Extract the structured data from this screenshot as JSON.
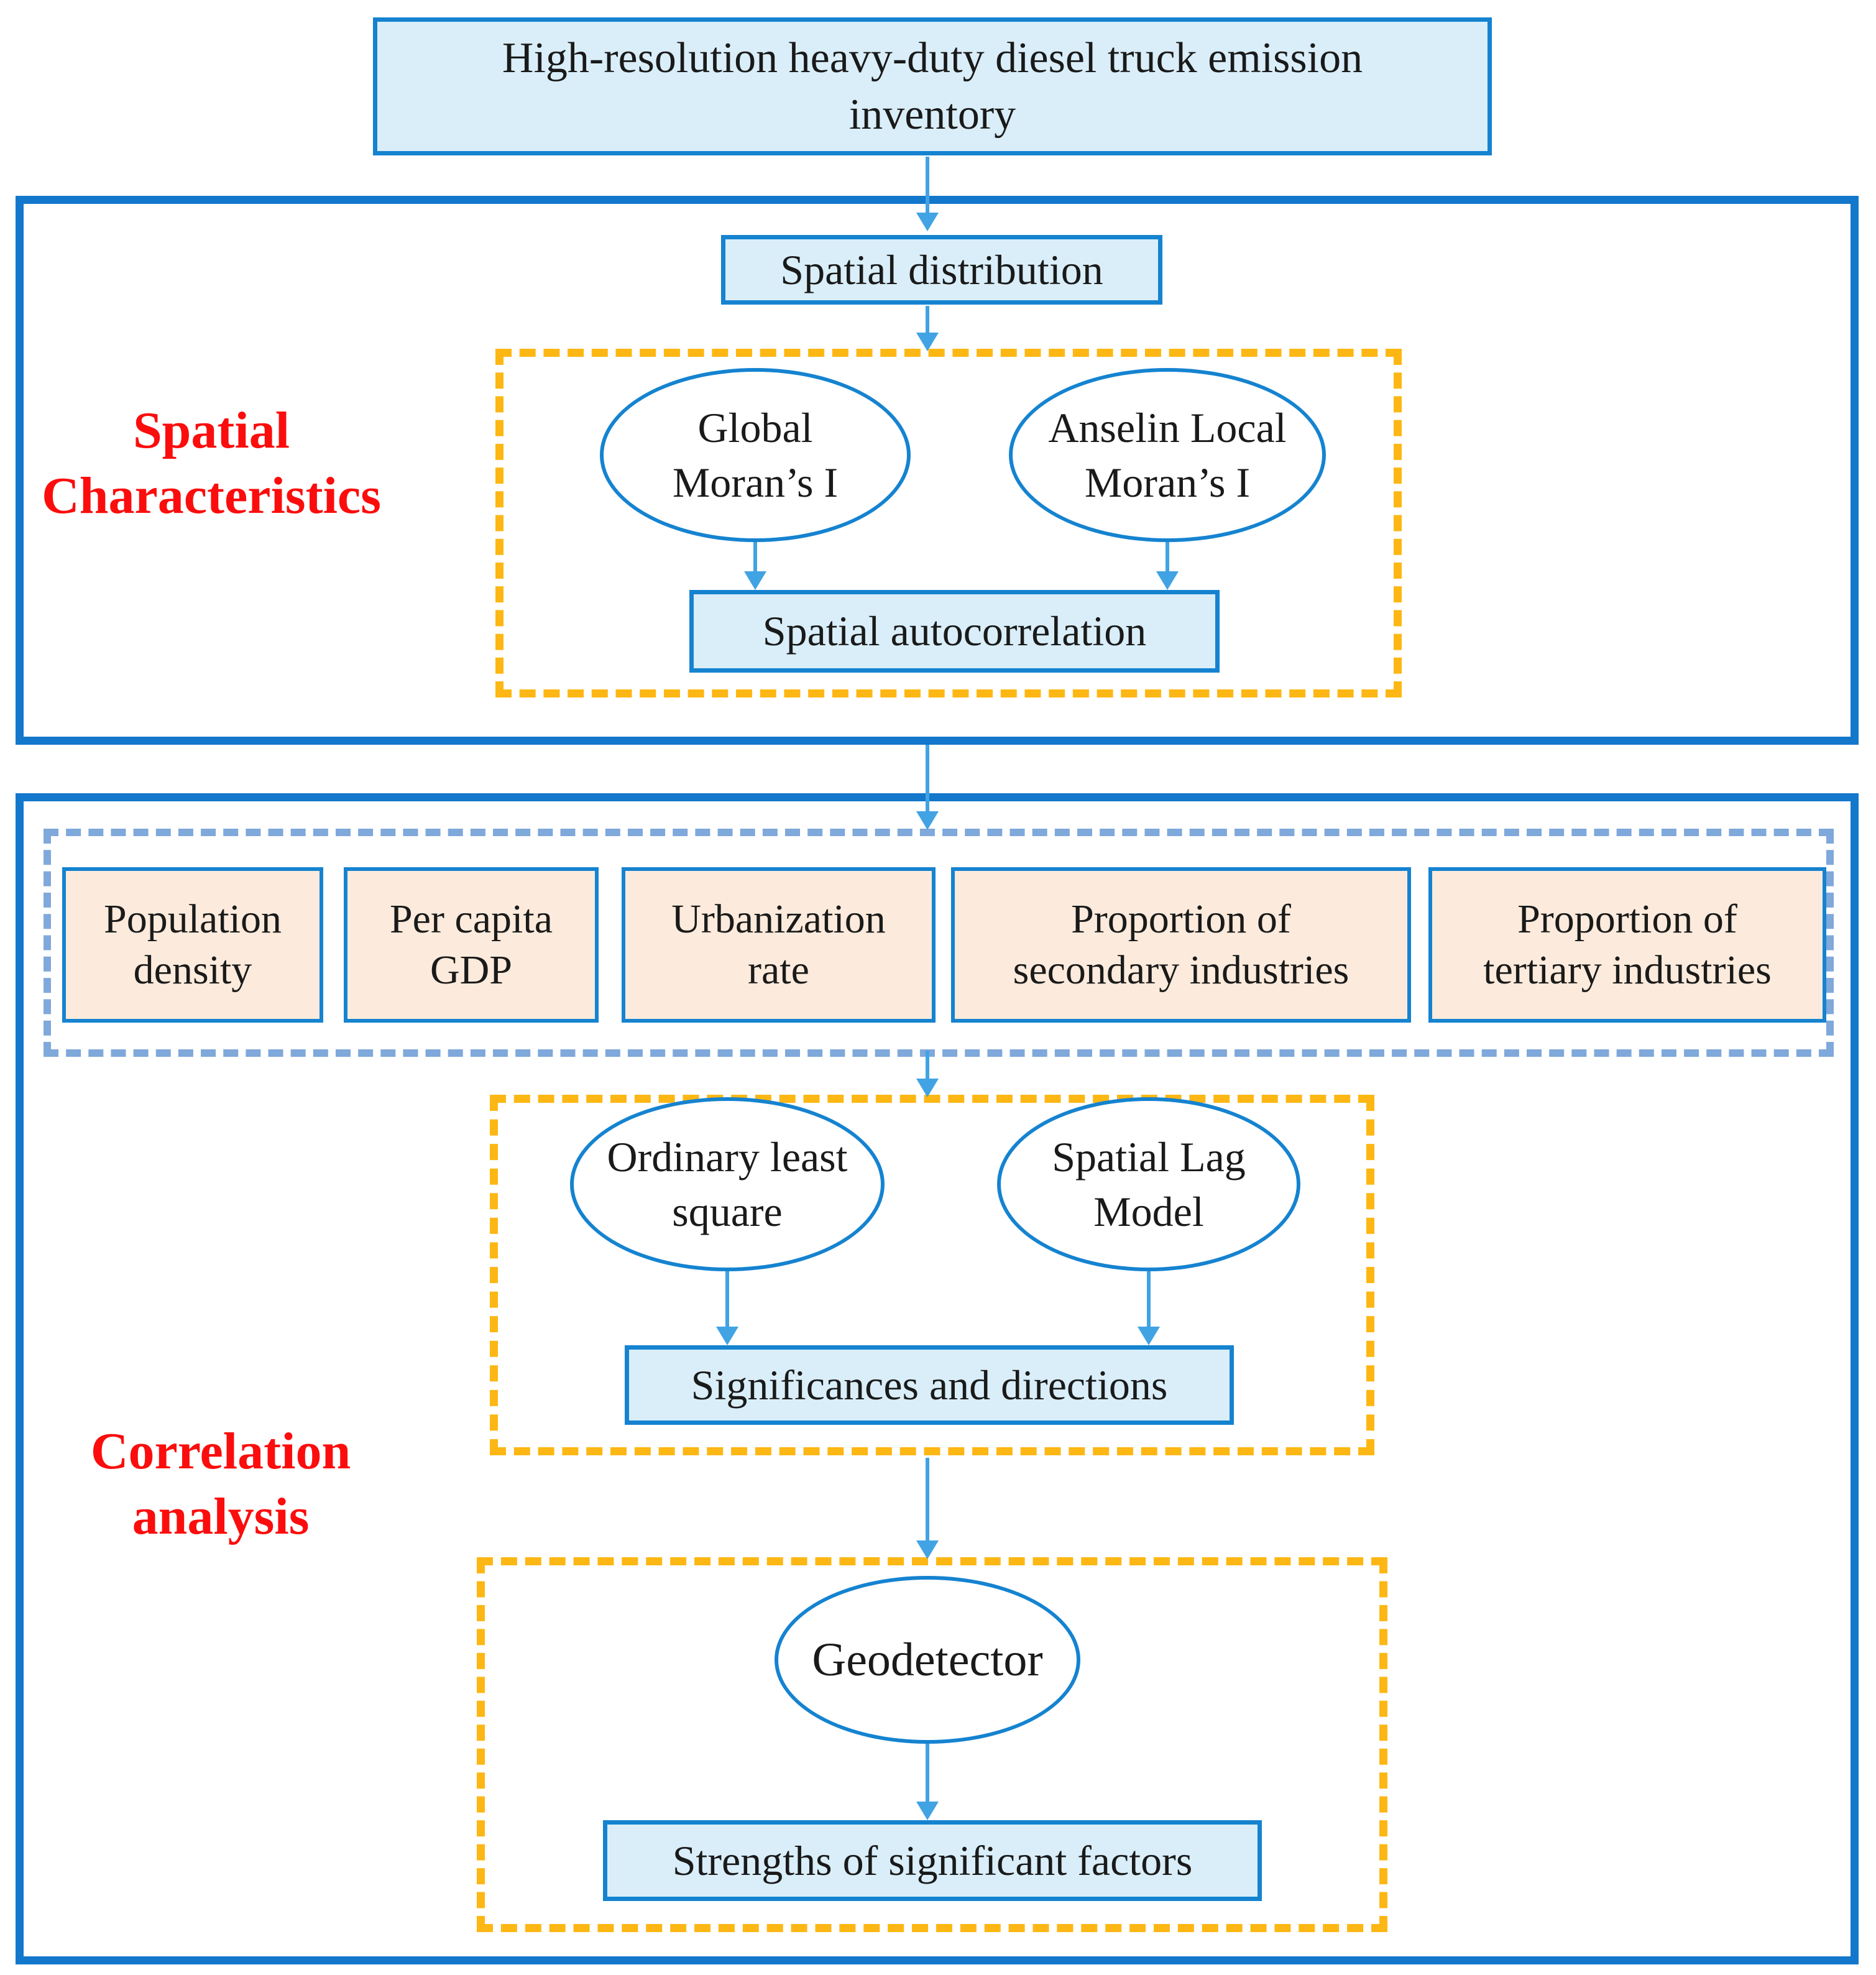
{
  "colors": {
    "border-blue": "#1583d0",
    "section-blue": "#1377cc",
    "fill-blue": "#d9eef9",
    "fill-peach": "#fcebdc",
    "arrow-blue": "#41a3e3",
    "dash-orange": "#fdb714",
    "dash-blue": "#7fa8db",
    "label-red": "#fb0d0d",
    "text-black": "#1a1a1a"
  },
  "flowchart": {
    "source_box": "High-resolution heavy-duty diesel truck emission\ninventory",
    "spatial_section": {
      "label": "Spatial\nCharacteristics",
      "distribution_box": "Spatial distribution",
      "global_morans_ellipse": "Global\nMoran’s I",
      "anselin_morans_ellipse": "Anselin Local\nMoran’s I",
      "autocorrelation_box": "Spatial autocorrelation"
    },
    "correlation_section": {
      "label": "Correlation\nanalysis",
      "factors": [
        "Population\ndensity",
        "Per capita\nGDP",
        "Urbanization\nrate",
        "Proportion of\nsecondary industries",
        "Proportion of\ntertiary industries"
      ],
      "ols_ellipse": "Ordinary least\nsquare",
      "slm_ellipse": "Spatial Lag\nModel",
      "significances_box": "Significances and directions",
      "geodetector_ellipse": "Geodetector",
      "strengths_box": "Strengths of significant factors"
    }
  }
}
